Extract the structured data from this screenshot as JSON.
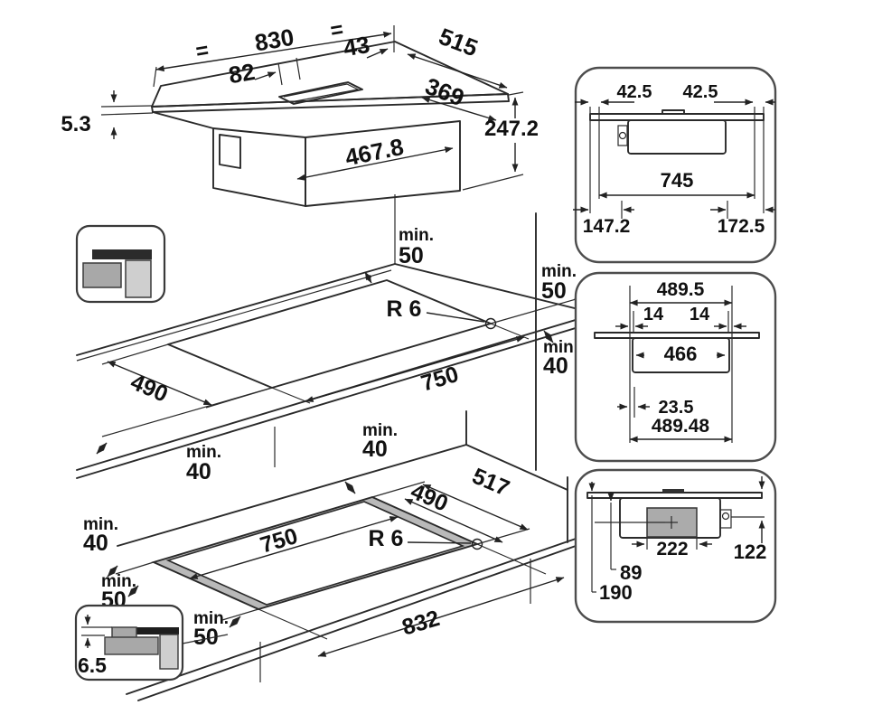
{
  "drawing": {
    "iso": {
      "eq_left": "=",
      "width": "830",
      "eq_right": "=",
      "dim_43": "43",
      "dim_82": "82",
      "depth": "515",
      "dim_369": "369",
      "glass_thickness": "5.3",
      "height": "247.2",
      "body_width": "467.8"
    },
    "front_view": {
      "left_overhang": "42.5",
      "right_overhang": "42.5",
      "body_width": "745",
      "left_offset": "147.2",
      "right_offset": "172.5"
    },
    "duct_view": {
      "top_width": "489.5",
      "left_flange": "14",
      "right_flange": "14",
      "body_width": "466",
      "edge_offset": "23.5",
      "bottom_width": "489.48"
    },
    "side_view": {
      "motor_width": "222",
      "connector_depth": "122",
      "motor_offset": "89",
      "total_depth": "190"
    },
    "surface_cutout": {
      "rear_clearance_label": "min.",
      "rear_clearance": "50",
      "right_clearance_label": "min.",
      "right_clearance": "50",
      "corner_radius": "R 6",
      "right_front_clearance_label": "min.",
      "right_front_clearance": "40",
      "cutout_depth": "490",
      "cutout_width": "750",
      "front_clearance_label": "min.",
      "front_clearance": "40"
    },
    "flush_cutout": {
      "rear_clearance_label": "min.",
      "rear_clearance": "40",
      "outer_depth": "517",
      "inner_depth": "490",
      "corner_radius": "R 6",
      "inner_width": "750",
      "left_clearance_label": "min.",
      "left_clearance": "40",
      "left_front_clearance_label": "min.",
      "left_front_clearance": "50",
      "front_clearance_label": "min.",
      "front_clearance": "50",
      "outer_width": "832",
      "rebate_depth": "6.5"
    }
  }
}
